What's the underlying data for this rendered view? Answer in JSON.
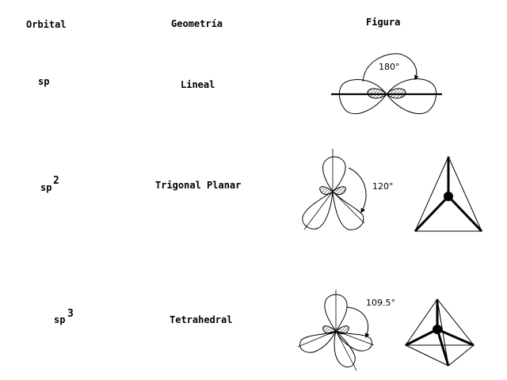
{
  "headers": {
    "orbital": "Orbital",
    "geometry": "Geometría",
    "figure": "Figura"
  },
  "rows": [
    {
      "orbital_base": "sp",
      "orbital_exp": "",
      "geometry": "Lineal",
      "angle": "180°"
    },
    {
      "orbital_base": "sp",
      "orbital_exp": "2",
      "geometry": "Trigonal Planar",
      "angle": "120°"
    },
    {
      "orbital_base": "sp",
      "orbital_exp": "3",
      "geometry": "Tetrahedral",
      "angle": "109.5°"
    }
  ],
  "colors": {
    "ink": "#000000",
    "background": "#ffffff"
  }
}
